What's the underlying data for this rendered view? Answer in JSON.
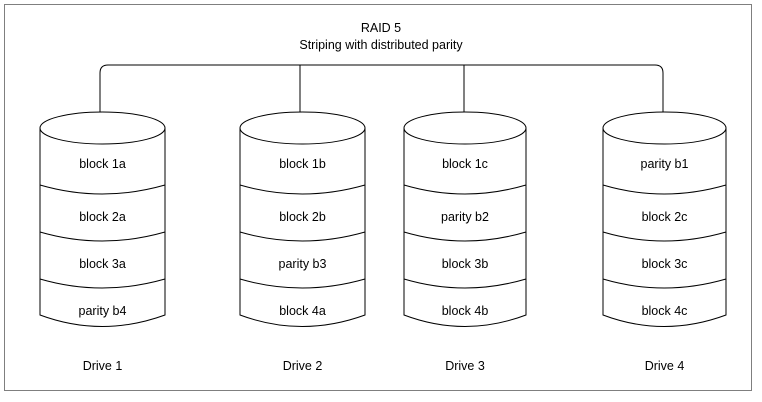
{
  "title": {
    "line1": "RAID 5",
    "line2": "Striping with distributed parity"
  },
  "colors": {
    "stroke": "#000000",
    "background": "#ffffff",
    "frame": "#7f7f7f"
  },
  "drives": [
    {
      "label": "Drive 1",
      "blocks": [
        "block 1a",
        "block 2a",
        "block 3a",
        "parity b4"
      ]
    },
    {
      "label": "Drive 2",
      "blocks": [
        "block 1b",
        "block 2b",
        "parity b3",
        "block 4a"
      ]
    },
    {
      "label": "Drive 3",
      "blocks": [
        "block 1c",
        "parity b2",
        "block 3b",
        "block 4b"
      ]
    },
    {
      "label": "Drive 4",
      "blocks": [
        "parity b1",
        "block 2c",
        "block 3c",
        "block 4c"
      ]
    }
  ]
}
